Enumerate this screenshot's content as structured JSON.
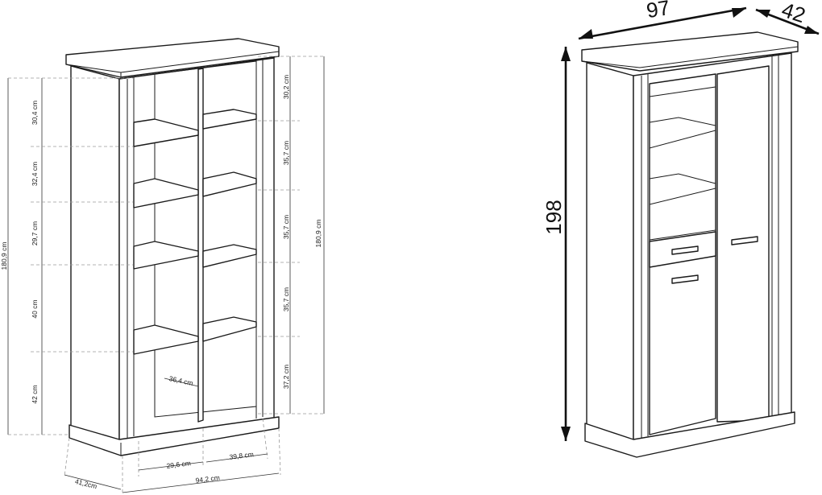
{
  "left_view": {
    "left_heights": [
      "30,4 cm",
      "32,4 cm",
      "29,7 cm",
      "40 cm",
      "42 cm"
    ],
    "left_total": "180,9 cm",
    "right_heights": [
      "30,2 cm",
      "35,7 cm",
      "35,7 cm",
      "35,7 cm",
      "37,2 cm"
    ],
    "right_total": "180,9 cm",
    "inner_depth": "36,4 cm",
    "bottom_widths": [
      "29,6 cm",
      "39,8 cm"
    ],
    "total_width": "94,2 cm",
    "depth": "41,2cm"
  },
  "right_view": {
    "width": "97",
    "depth": "42",
    "height": "198"
  }
}
